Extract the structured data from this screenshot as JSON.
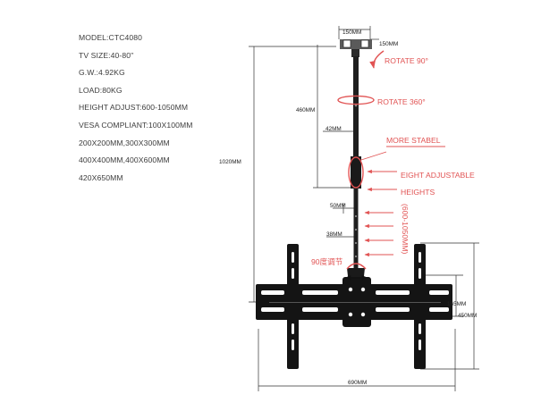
{
  "specs": [
    "MODEL:CTC4080",
    "TV SIZE:40-80\"",
    "G.W.:4.92KG",
    "LOAD:80KG",
    "HEIGHT ADJUST:600-1050MM",
    "VESA COMPLIANT:100X100MM",
    "200X200MM,300X300MM",
    "400X400MM,400X600MM",
    "420X650MM"
  ],
  "dimensions": {
    "top_plate_width": "150MM",
    "top_plate_depth": "150MM",
    "upper_pole": "460MM",
    "pole_diameter": "42MM",
    "total_height": "1020MM",
    "lower_pole_gap": "50MM",
    "lower_pole_diameter": "38MM",
    "plate_height": "165MM",
    "bracket_height": "450MM",
    "bracket_width": "690MM"
  },
  "annotations": {
    "rotate_90": "ROTATE 90°",
    "rotate_360": "ROTATE 360°",
    "more_stable": "MORE STABEL",
    "eight_adjustable": "EIGHT ADJUSTABLE",
    "heights": "HEIGHTS",
    "range": "(600-1050MM)",
    "tilt_90": "90度调节"
  },
  "colors": {
    "accent": "#e15353",
    "metal": "#141414",
    "dimension_line": "#333333"
  }
}
